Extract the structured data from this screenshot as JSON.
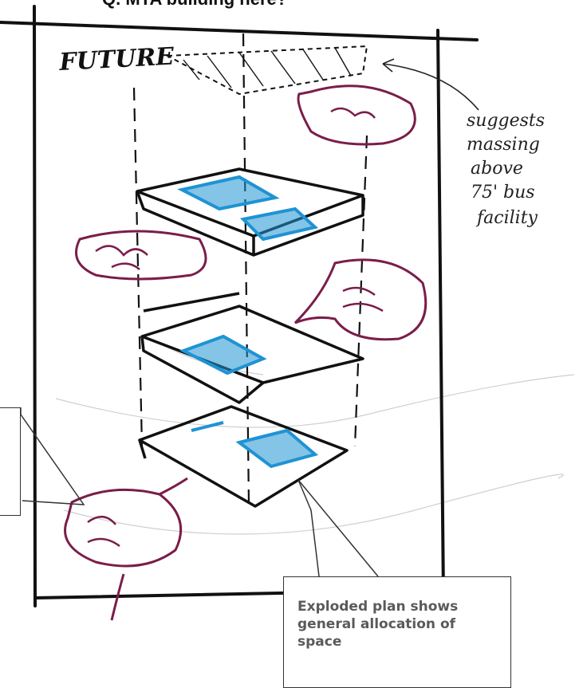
{
  "top_heading": "Q. MTA building here?",
  "sketch": {
    "future_label": "FUTURE",
    "side_note_lines": [
      "suggests",
      "massing",
      "above",
      "75' bus",
      "facility"
    ]
  },
  "callouts": {
    "left": {
      "text": ""
    },
    "right": {
      "text": "Exploded plan shows general allocation of space"
    }
  },
  "colors": {
    "ink": "#111111",
    "marker_blue": "#1f93d3",
    "bubble_plum": "#7a1d4a",
    "callout_text": "#5a5a5a"
  }
}
